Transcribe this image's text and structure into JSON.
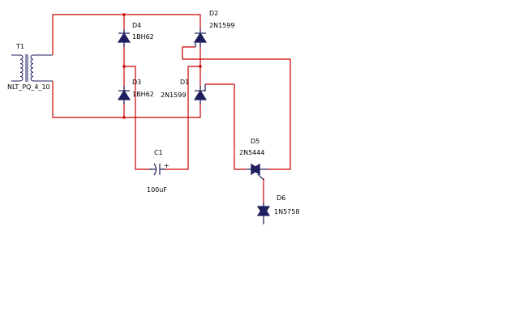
{
  "colors": {
    "background": "#ffffff",
    "wire": "#cc0000",
    "component": "#1f1f5f",
    "label": "#000000"
  },
  "components": {
    "t1": {
      "ref": "T1",
      "value": "NLT_PQ_4_10"
    },
    "d4": {
      "ref": "D4",
      "value": "1BH62"
    },
    "d3": {
      "ref": "D3",
      "value": "1BH62"
    },
    "d2": {
      "ref": "D2",
      "value": "2N1599"
    },
    "d1": {
      "ref": "D1",
      "value": "2N1599"
    },
    "c1": {
      "ref": "C1",
      "value": "100uF",
      "polarity": "+"
    },
    "d5": {
      "ref": "D5",
      "value": "2N5444"
    },
    "d6": {
      "ref": "D6",
      "value": "1N5758"
    }
  }
}
